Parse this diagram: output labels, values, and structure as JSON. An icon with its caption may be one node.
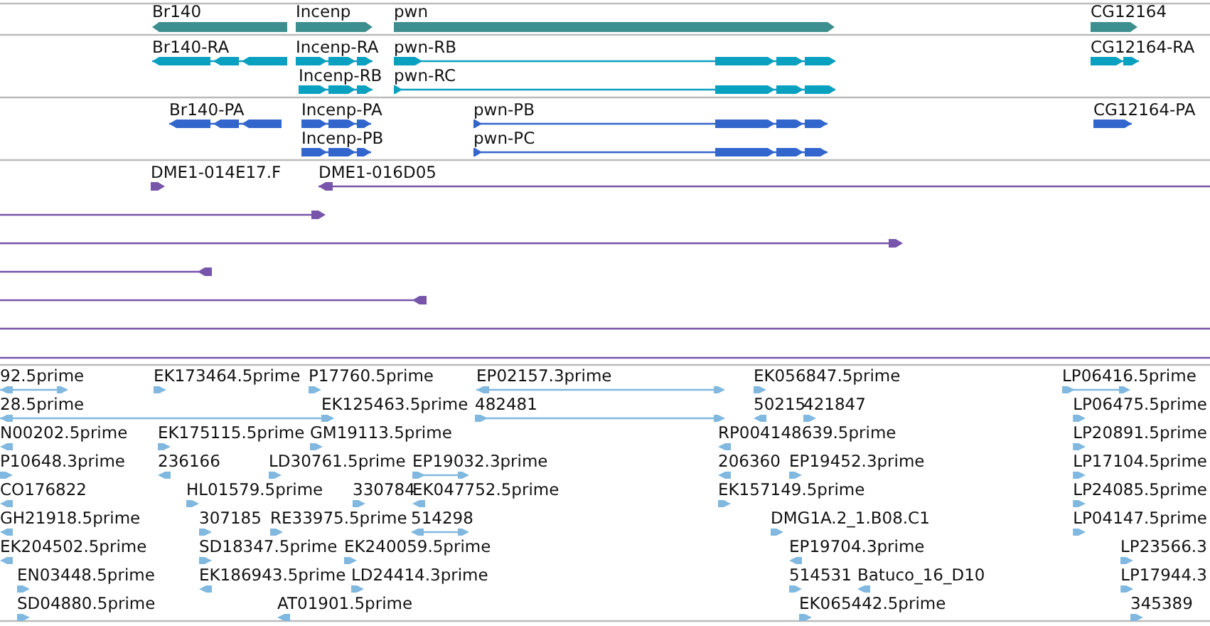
{
  "diagram": {
    "labels": [
      "Br140",
      "Incenp",
      "pwn",
      "CG12164",
      "Br140-RA",
      "Incenp-RA",
      "pwn-RB",
      "CG12164-RA",
      "Incenp-RB",
      "pwn-RC",
      "Br140-PA",
      "Incenp-PA",
      "pwn-PB",
      "CG12164-PA",
      "Incenp-PB",
      "pwn-PC",
      "DME1-014E17.F",
      "DME1-016D05",
      "92.5prime",
      "EK173464.5prime",
      "P17760.5prime",
      "EP02157.3prime",
      "EK056847.5prime",
      "LP06416.5prime",
      "28.5prime",
      "EK125463.5prime",
      "482481",
      "50215",
      "421847",
      "LP06475.5prime",
      "N00202.5prime",
      "EK175115.5prime",
      "GM19113.5prime",
      "RP004148639.5prime",
      "LP20891.5prime",
      "P10648.3prime",
      "236166",
      "LD30761.5prime",
      "EP19032.3prime",
      "206360",
      "EP19452.3prime",
      "LP17104.5prime",
      "CO176822",
      "HL01579.5prime",
      "330784",
      "EK047752.5prime",
      "EK157149.5prime",
      "LP24085.5prime",
      "GH21918.5prime",
      "307185",
      "RE33975.5prime",
      "514298",
      "DMG1A.2_1.B08.C1",
      "LP04147.5prime",
      "EK204502.5prime",
      "SD18347.5prime",
      "EK240059.5prime",
      "EP19704.3prime",
      "LP23566.3",
      "EN03448.5prime",
      "EK186943.5prime",
      "LD24414.3prime",
      "514531",
      "Batuco_16_D10",
      "LP17944.3",
      "SD04880.5prime",
      "AT01901.5prime",
      "EK065442.5prime",
      "345389"
    ]
  }
}
